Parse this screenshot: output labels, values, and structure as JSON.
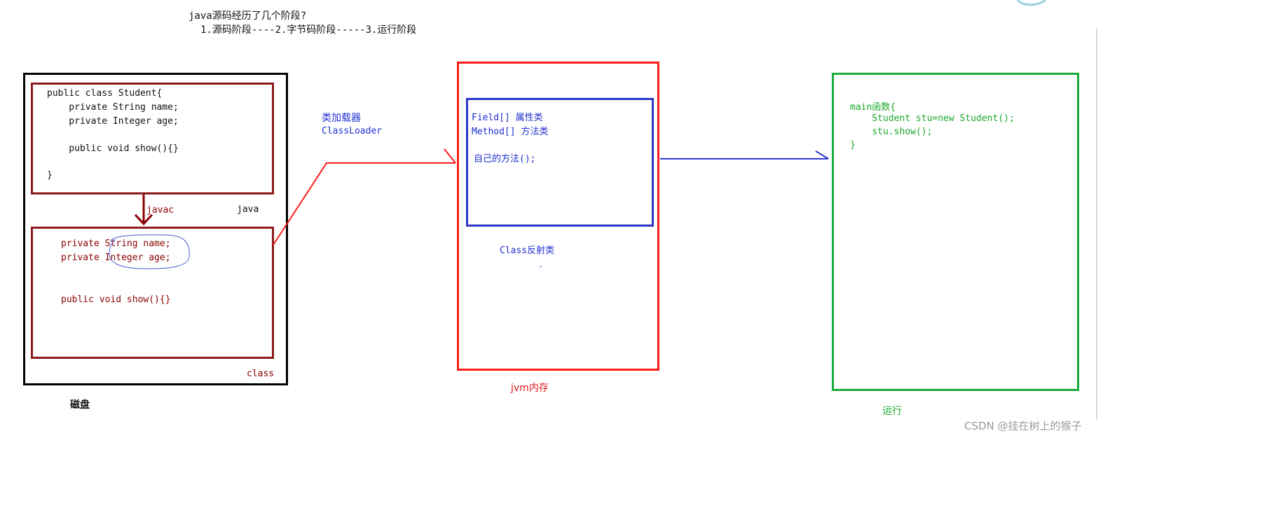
{
  "header": {
    "question": "java源码经历了几个阶段?",
    "stages": "1.源码阶段----2.字节码阶段-----3.运行阶段"
  },
  "disk": {
    "label": "磁盘",
    "source_code": [
      "public class Student{",
      "    private String name;",
      "    private Integer age;",
      "",
      "    public void show(){}",
      "",
      "}"
    ],
    "compile_label": "javac",
    "java_label": "java",
    "bytecode": [
      "private String name;",
      "private Integer age;",
      "",
      "",
      "public void show(){}"
    ],
    "class_label": "class"
  },
  "classloader": {
    "line1": "类加载器",
    "line2": "ClassLoader"
  },
  "jvm": {
    "label": "jvm内存",
    "reflection_lines": [
      "Field[] 属性类",
      "Method[] 方法类",
      "",
      "自己的方法();"
    ],
    "reflection_label": "Class反射类",
    "dash": "-"
  },
  "runtime": {
    "label": "运行",
    "code": [
      "main函数{",
      "    Student stu=new Student();",
      "    stu.show();",
      "}"
    ]
  },
  "watermark": "CSDN @挂在树上的猴子",
  "colors": {
    "disk_border": "#000000",
    "code_box_border": "#8b1a1a",
    "jvm_border": "#ff1a1a",
    "reflection_border": "#2a35c8",
    "runtime_border": "#1aaa3a",
    "classloader_arrow": "#ff1a1a",
    "run_arrow": "#2a35c8",
    "javac_arrow": "#8b0000"
  }
}
